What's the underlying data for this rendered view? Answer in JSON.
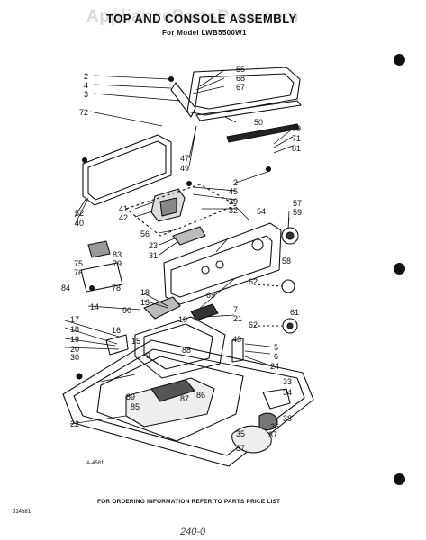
{
  "header": {
    "watermark": "AppliancePartsPros.com",
    "title": "TOP AND CONSOLE ASSEMBLY",
    "model": "For Model LWB5500W1"
  },
  "diagram": {
    "drawing_code": "A-4581",
    "part_labels": [
      "2",
      "4",
      "3",
      "72",
      "55",
      "68",
      "67",
      "50",
      "70",
      "71",
      "81",
      "47",
      "49",
      "2",
      "45",
      "29",
      "32",
      "54",
      "57",
      "59",
      "41",
      "42",
      "56",
      "52",
      "40",
      "23",
      "31",
      "58",
      "83",
      "79",
      "75",
      "76",
      "84",
      "78",
      "62",
      "69",
      "18",
      "13",
      "14",
      "90",
      "10",
      "7",
      "21",
      "17",
      "18",
      "19",
      "20",
      "30",
      "16",
      "15",
      "88",
      "9",
      "43",
      "5",
      "6",
      "24",
      "62",
      "61",
      "33",
      "34",
      "38",
      "36",
      "37",
      "35",
      "37",
      "89",
      "87",
      "86",
      "85",
      "22"
    ]
  },
  "footer": {
    "ordering_note": "FOR ORDERING INFORMATION REFER TO PARTS PRICE LIST",
    "page_code": "314581",
    "handwritten": "240-0"
  },
  "binder_holes": 3
}
